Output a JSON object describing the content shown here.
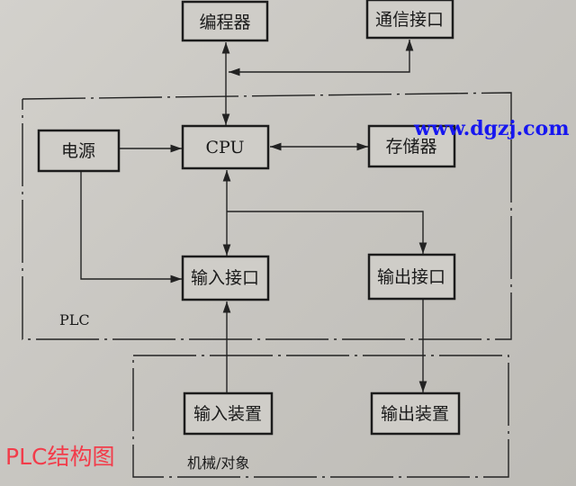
{
  "diagram": {
    "blocks": {
      "programmer": "编程器",
      "comm_interface": "通信接口",
      "power": "电源",
      "cpu": "CPU",
      "memory": "存储器",
      "input_interface": "输入接口",
      "output_interface": "输出接口",
      "input_device": "输入装置",
      "output_device": "输出装置"
    },
    "groups": {
      "plc": "PLC",
      "machine": "机械/对象"
    },
    "connections": [
      {
        "from": "编程器",
        "to": "CPU",
        "direction": "both"
      },
      {
        "from": "CPU bus",
        "to": "通信接口",
        "direction": "both"
      },
      {
        "from": "电源",
        "to": "CPU",
        "direction": "forward"
      },
      {
        "from": "CPU",
        "to": "存储器",
        "direction": "both"
      },
      {
        "from": "CPU",
        "to": "输入接口",
        "direction": "both"
      },
      {
        "from": "CPU",
        "to": "输出接口",
        "direction": "forward"
      },
      {
        "from": "电源",
        "to": "输入接口",
        "direction": "forward"
      },
      {
        "from": "输入装置",
        "to": "输入接口",
        "direction": "forward"
      },
      {
        "from": "输出接口",
        "to": "输出装置",
        "direction": "forward"
      }
    ]
  },
  "watermark": "www.dgzj.com",
  "caption": "PLC结构图",
  "colors": {
    "caption": "#f23c4a",
    "watermark": "#1717f0"
  }
}
